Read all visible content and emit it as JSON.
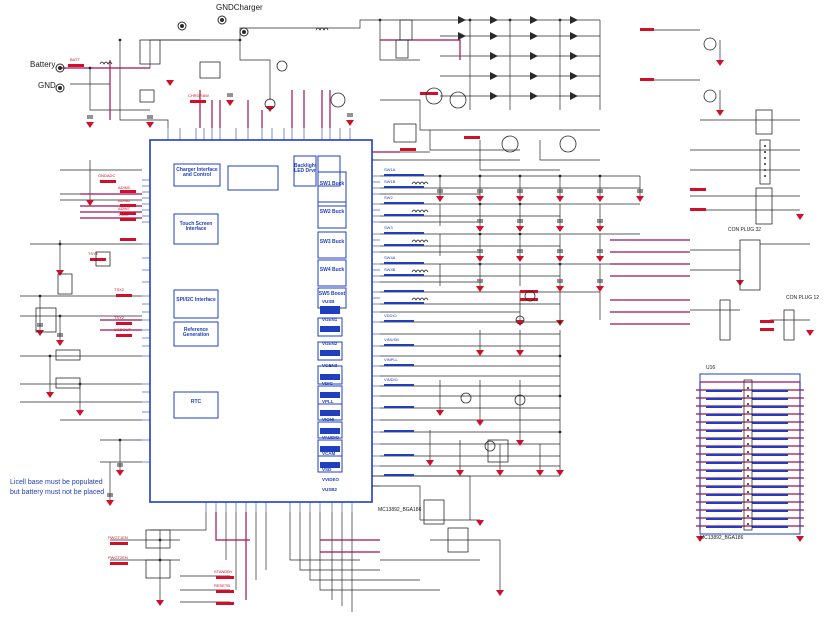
{
  "connectors": {
    "battery": "Battery",
    "gnd": "GND",
    "gnd_charger": "GNDCharger"
  },
  "note": {
    "line1": "Licell base must be populated",
    "line2": "but battery must not be placed"
  },
  "blocks": {
    "charger": "Charger Interface and Control",
    "backlight": "Backlight LED Drvr",
    "touch": "Touch Screen Interface",
    "spi": "SPI/I2C Interface",
    "reference": "Reference Generation",
    "rtc": "RTC",
    "buck1": "SW1 Buck",
    "buck2": "SW2 Buck",
    "buck3": "SW3 Buck",
    "buck4": "SW4 Buck",
    "boost": "SW5 Boost",
    "ldo_labels": [
      "VUSB",
      "VGEN1",
      "VGEN2",
      "VGEN3",
      "VDIG",
      "VPLL",
      "VIOHI",
      "VAUDIO",
      "VCAM",
      "VSD",
      "VVIDEO",
      "VUSB2"
    ]
  },
  "nets": {
    "red": [
      "BATT",
      "CHRGRAW",
      "GNDADC",
      "ADIN5",
      "ADIN6",
      "ADIN7",
      "TSX1",
      "TSY1",
      "TSX2",
      "TSY2",
      "UCDOUT",
      "PWGT1EN",
      "PWGT2EN",
      "STANDBY",
      "RESETB"
    ],
    "blue": [
      "SW1A",
      "SW1B",
      "SW2",
      "SW3",
      "SW4A",
      "SW4B",
      "VDDIO",
      "VINUSB",
      "VINPLL",
      "VINDIG"
    ]
  },
  "connector_labels": {
    "right_top": "CON PLUG 32",
    "right_mid": "CON PLUG 12",
    "gnd_block": "U16",
    "bottom_mid": "MC13892_BGA186",
    "bottom_right": "MC13892_BGA186"
  },
  "colors": {
    "wire": "#2a2a2a",
    "net_red": "#d0102a",
    "net_blue": "#1f3fbf",
    "block": "#1f3fbf",
    "bus": "#a0125a"
  }
}
